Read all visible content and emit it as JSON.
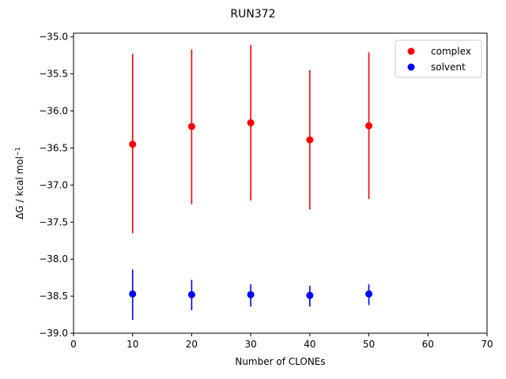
{
  "chart_data": {
    "type": "scatter",
    "title": "RUN372",
    "xlabel": "Number of CLONEs",
    "ylabel_main": "ΔG / kcal mol",
    "ylabel_sup": "−1",
    "xlim": [
      0,
      70
    ],
    "ylim": [
      -39.0,
      -34.95
    ],
    "xticks": [
      0,
      10,
      20,
      30,
      40,
      50,
      60,
      70
    ],
    "xtick_labels": [
      "0",
      "10",
      "20",
      "30",
      "40",
      "50",
      "60",
      "70"
    ],
    "yticks": [
      -35.0,
      -35.5,
      -36.0,
      -36.5,
      -37.0,
      -37.5,
      -38.0,
      -38.5,
      -39.0
    ],
    "ytick_labels": [
      "−35.0",
      "−35.5",
      "−36.0",
      "−36.5",
      "−37.0",
      "−37.5",
      "−38.0",
      "−38.5",
      "−39.0"
    ],
    "grid": false,
    "legend_position": "top-right",
    "series": [
      {
        "name": "complex",
        "color": "#ff0000",
        "x": [
          10,
          20,
          30,
          40,
          50
        ],
        "y": [
          -36.45,
          -36.21,
          -36.16,
          -36.39,
          -36.2
        ],
        "err_low": [
          -37.65,
          -37.26,
          -37.21,
          -37.33,
          -37.19
        ],
        "err_high": [
          -35.23,
          -35.17,
          -35.11,
          -35.45,
          -35.21
        ]
      },
      {
        "name": "solvent",
        "color": "#0000ff",
        "x": [
          10,
          20,
          30,
          40,
          50
        ],
        "y": [
          -38.47,
          -38.48,
          -38.48,
          -38.49,
          -38.47
        ],
        "err_low": [
          -38.82,
          -38.69,
          -38.64,
          -38.64,
          -38.62
        ],
        "err_high": [
          -38.14,
          -38.28,
          -38.34,
          -38.36,
          -38.34
        ]
      }
    ]
  }
}
